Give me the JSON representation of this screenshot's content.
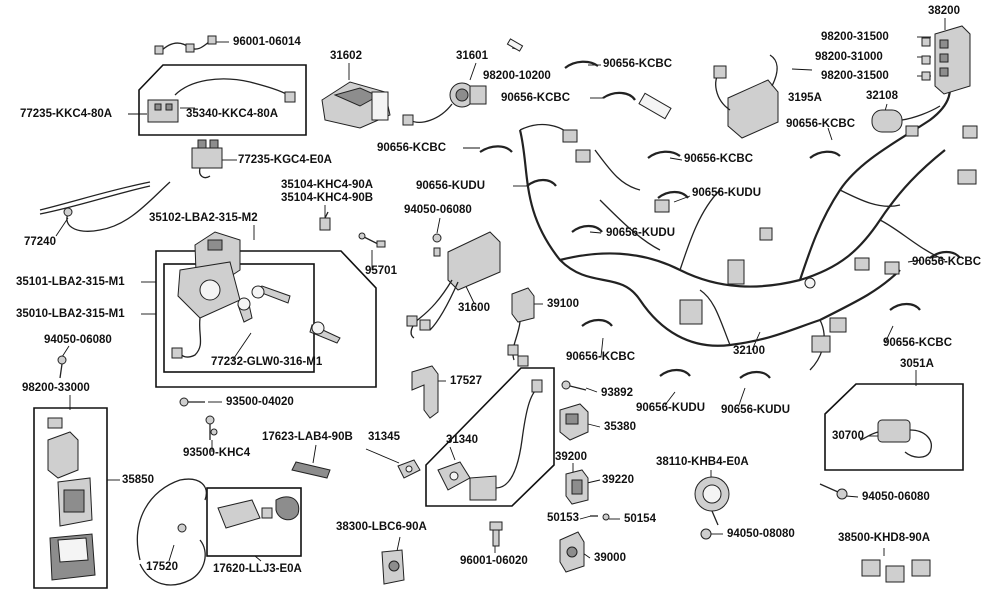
{
  "labels": {
    "p96001_06014": "96001-06014",
    "p77235_kkc4": "77235-KKC4-80A",
    "p35340_kkc4": "35340-KKC4-80A",
    "p77235_kgc4": "77235-KGC4-E0A",
    "p77240": "77240",
    "p31602": "31602",
    "p31601": "31601",
    "p98200_10200": "98200-10200",
    "p90656_kcbc_1": "90656-KCBC",
    "p90656_kcbc_2": "90656-KCBC",
    "p90656_kcbc_3": "90656-KCBC",
    "p90656_kcbc_4": "90656-KCBC",
    "p90656_kcbc_5": "90656-KCBC",
    "p90656_kcbc_6": "90656-KCBC",
    "p90656_kcbc_7": "90656-KCBC",
    "p90656_kcbc_8": "90656-KCBC",
    "p90656_kudu_1": "90656-KUDU",
    "p90656_kudu_2": "90656-KUDU",
    "p90656_kudu_3": "90656-KUDU",
    "p90656_kudu_4": "90656-KUDU",
    "p90656_kudu_5": "90656-KUDU",
    "p3195a": "3195A",
    "p38200": "38200",
    "p98200_31500_a": "98200-31500",
    "p98200_31000": "98200-31000",
    "p98200_31500_b": "98200-31500",
    "p32108": "32108",
    "p35104_khc4_90a": "35104-KHC4-90A",
    "p35104_khc4_90b": "35104-KHC4-90B",
    "p35102": "35102-LBA2-315-M2",
    "p94050_06080_a": "94050-06080",
    "p95701": "95701",
    "p35101": "35101-LBA2-315-M1",
    "p35010": "35010-LBA2-315-M1",
    "p31600": "31600",
    "p39100": "39100",
    "p32100": "32100",
    "p94050_06080_b": "94050-06080",
    "p77232": "77232-GLW0-316-M1",
    "p98200_33000": "98200-33000",
    "p17527": "17527",
    "p93892": "93892",
    "p3051a": "3051A",
    "p93500_04020": "93500-04020",
    "p35380": "35380",
    "p30700": "30700",
    "p93500_khc4": "93500-KHC4",
    "p31345": "31345",
    "p31340": "31340",
    "p17623": "17623-LAB4-90B",
    "p39200": "39200",
    "p38110": "38110-KHB4-E0A",
    "p39220": "39220",
    "p35850": "35850",
    "p94050_06080_c": "94050-06080",
    "p50153": "50153",
    "p50154": "50154",
    "p38300": "38300-LBC6-90A",
    "p94050_08080": "94050-08080",
    "p38500": "38500-KHD8-90A",
    "p17520": "17520",
    "p17620": "17620-LLJ3-E0A",
    "p96001_06020": "96001-06020",
    "p39000": "39000"
  }
}
